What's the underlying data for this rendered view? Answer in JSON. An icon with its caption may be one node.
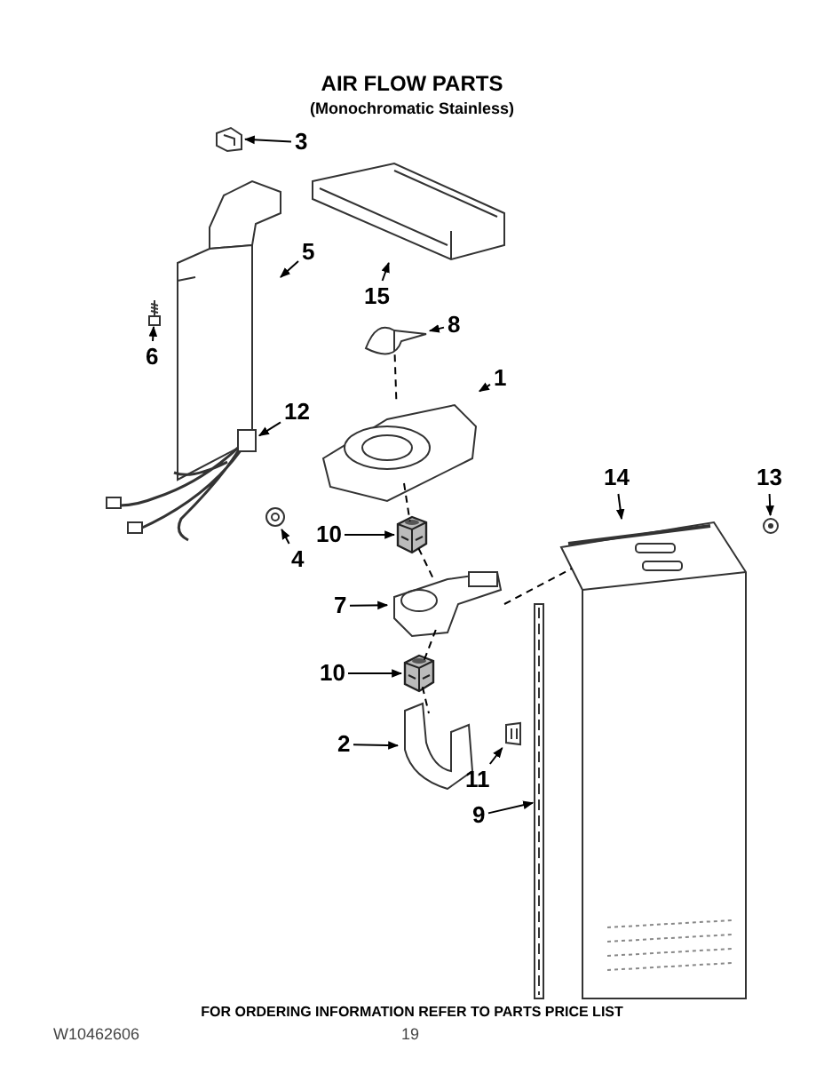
{
  "diagram": {
    "title": "AIR FLOW PARTS",
    "nodes": [
      {
        "text": [
          "3"
        ]
      },
      {
        "text": [
          "5"
        ]
      },
      {
        "text": [
          "15"
        ]
      },
      {
        "text": [
          "6"
        ]
      },
      {
        "text": [
          "8"
        ]
      },
      {
        "text": [
          "1"
        ]
      },
      {
        "text": [
          "12"
        ]
      },
      {
        "text": [
          "14"
        ]
      },
      {
        "text": [
          "13"
        ]
      },
      {
        "text": [
          "4"
        ]
      },
      {
        "text": [
          "10"
        ]
      },
      {
        "text": [
          "7"
        ]
      },
      {
        "text": [
          "10"
        ]
      },
      {
        "text": [
          "2"
        ]
      },
      {
        "text": [
          "11"
        ]
      },
      {
        "text": [
          "9"
        ]
      },
      {
        "text": [],
        "shape": "picture"
      },
      {
        "text": [],
        "shape": "picture"
      },
      {
        "text": [],
        "shape": "picture"
      },
      {
        "text": [],
        "shape": "picture"
      },
      {
        "text": [],
        "shape": "picture"
      },
      {
        "text": [],
        "shape": "picture"
      },
      {
        "text": [],
        "shape": "picture"
      },
      {
        "text": [],
        "shape": "picture"
      },
      {
        "text": [],
        "shape": "picture"
      },
      {
        "text": [],
        "shape": "picture"
      },
      {
        "text": [],
        "shape": "picture"
      },
      {
        "text": [],
        "shape": "picture"
      },
      {
        "text": [],
        "shape": "picture"
      },
      {
        "text": [],
        "shape": "picture"
      },
      {
        "text": [],
        "shape": "picture"
      },
      {
        "text": [],
        "shape": "picture"
      }
    ],
    "edges": [
      {
        "from": 0,
        "to": 16,
        "arrow": "to"
      },
      {
        "from": 1,
        "to": 17,
        "arrow": "to"
      },
      {
        "from": 2,
        "to": 18,
        "arrow": "to"
      },
      {
        "from": 3,
        "to": 19,
        "arrow": "to"
      },
      {
        "from": 4,
        "to": 20,
        "arrow": "to"
      },
      {
        "from": 5,
        "to": 21,
        "arrow": "to"
      },
      {
        "from": 6,
        "to": 22,
        "arrow": "to"
      },
      {
        "from": 7,
        "to": 30,
        "arrow": "to"
      },
      {
        "from": 8,
        "to": 31,
        "arrow": "to"
      },
      {
        "from": 9,
        "to": 23,
        "arrow": "to"
      },
      {
        "from": 10,
        "to": 24,
        "arrow": "to"
      },
      {
        "from": 11,
        "to": 25,
        "arrow": "to"
      },
      {
        "from": 12,
        "to": 26,
        "arrow": "to"
      },
      {
        "from": 13,
        "to": 27,
        "arrow": "to"
      },
      {
        "from": 14,
        "to": 28,
        "arrow": "to"
      },
      {
        "from": 15,
        "to": 29,
        "arrow": "to"
      },
      {
        "from": 20,
        "to": 21,
        "arrow": "none",
        "style": "dashed"
      },
      {
        "from": 21,
        "to": 24,
        "arrow": "none",
        "style": "dashed"
      },
      {
        "from": 24,
        "to": 25,
        "arrow": "none",
        "style": "dashed"
      },
      {
        "from": 25,
        "to": 26,
        "arrow": "none",
        "style": "dashed"
      },
      {
        "from": 26,
        "to": 27,
        "arrow": "none",
        "style": "dashed"
      },
      {
        "from": 25,
        "to": 30,
        "arrow": "none",
        "style": "dashed"
      }
    ],
    "labels": [
      "(Monochromatic Stainless)",
      "FOR ORDERING INFORMATION REFER TO PARTS PRICE LIST",
      "W10462606",
      "19"
    ]
  }
}
